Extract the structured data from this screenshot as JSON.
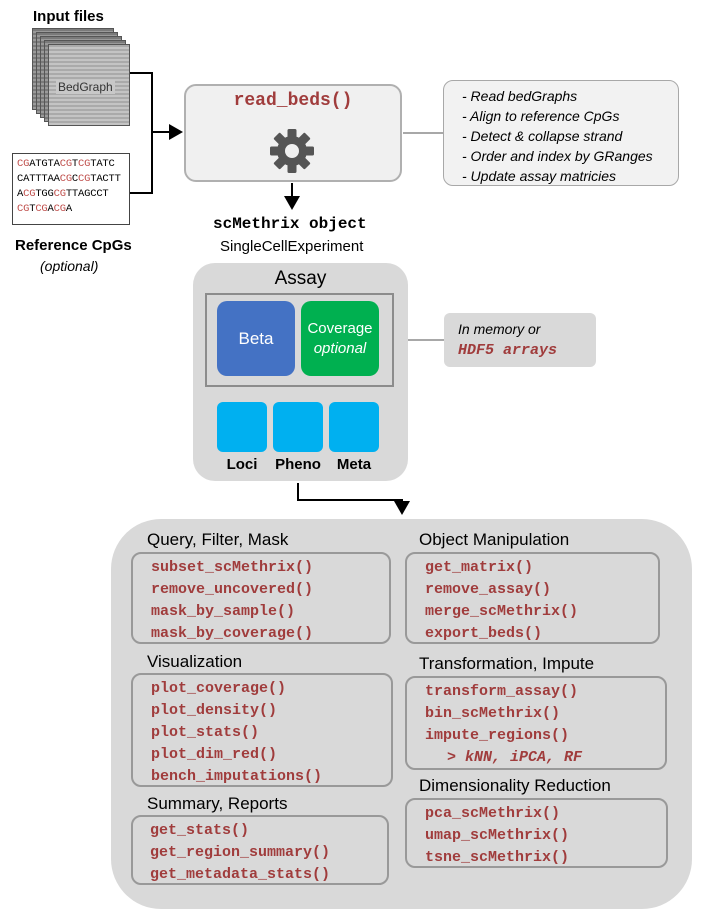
{
  "input": {
    "title": "Input files",
    "bedgraph_label": "BedGraph",
    "ref_title": "Reference CpGs",
    "ref_optional": "(optional)",
    "ref_lines": [
      [
        [
          "CG",
          "r"
        ],
        [
          "ATGTA",
          "k"
        ],
        [
          "CG",
          "r"
        ],
        [
          "T",
          "k"
        ],
        [
          "CG",
          "r"
        ],
        [
          "TATC",
          "k"
        ]
      ],
      [
        [
          "CATTTAA",
          "k"
        ],
        [
          "CG",
          "r"
        ],
        [
          "C",
          "k"
        ],
        [
          "CG",
          "r"
        ],
        [
          "TACTT",
          "k"
        ]
      ],
      [
        [
          "A",
          "k"
        ],
        [
          "CG",
          "r"
        ],
        [
          "TGG",
          "k"
        ],
        [
          "CG",
          "r"
        ],
        [
          "TTAGCCT",
          "k"
        ]
      ],
      [
        [
          "CG",
          "r"
        ],
        [
          "T",
          "k"
        ],
        [
          "CG",
          "r"
        ],
        [
          "A",
          "k"
        ],
        [
          "CG",
          "r"
        ],
        [
          "A",
          "k"
        ]
      ]
    ]
  },
  "read_beds": {
    "label": "read_beds()",
    "notes": [
      "- Read bedGraphs",
      "- Align to reference CpGs",
      "- Detect & collapse strand",
      "- Order and index by GRanges",
      "- Update assay matricies"
    ]
  },
  "object": {
    "title": "scMethrix object",
    "subtitle": "SingleCellExperiment"
  },
  "assay": {
    "title": "Assay",
    "beta": "Beta",
    "coverage": "Coverage",
    "coverage_optional": "optional",
    "loci": "Loci",
    "pheno": "Pheno",
    "meta": "Meta"
  },
  "memory": {
    "line1": "In memory or",
    "line2": "HDF5 arrays"
  },
  "sections": {
    "query": {
      "title": "Query, Filter, Mask",
      "items": [
        "subset_scMethrix()",
        "remove_uncovered()",
        "mask_by_sample()",
        "mask_by_coverage()"
      ]
    },
    "visualization": {
      "title": "Visualization",
      "items": [
        "plot_coverage()",
        "plot_density()",
        "plot_stats()",
        "plot_dim_red()",
        "bench_imputations()"
      ]
    },
    "summary": {
      "title": "Summary, Reports",
      "items": [
        "get_stats()",
        "get_region_summary()",
        "get_metadata_stats()"
      ]
    },
    "manipulation": {
      "title": "Object Manipulation",
      "items": [
        "get_matrix()",
        "remove_assay()",
        "merge_scMethrix()",
        "export_beds()"
      ]
    },
    "transformation": {
      "title": "Transformation, Impute",
      "items": [
        "transform_assay()",
        "bin_scMethrix()",
        "impute_regions()",
        "> kNN, iPCA, RF"
      ]
    },
    "dimred": {
      "title": "Dimensionality Reduction",
      "items": [
        "pca_scMethrix()",
        "umap_scMethrix()",
        "tsne_scMethrix()"
      ]
    }
  },
  "colors": {
    "function_text": "#a03c3c",
    "beta": "#4472c4",
    "coverage": "#00b050",
    "component": "#00b0f0",
    "panel": "#d9d9d9"
  }
}
